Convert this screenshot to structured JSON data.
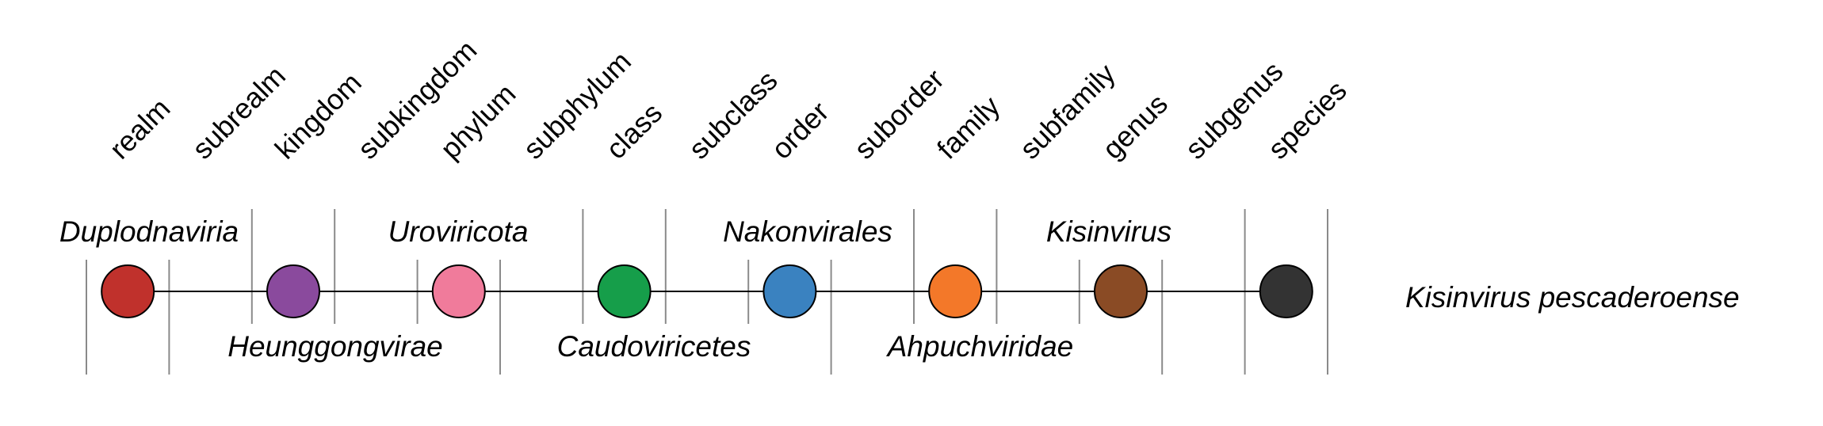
{
  "ranks": [
    "realm",
    "subrealm",
    "kingdom",
    "subkingdom",
    "phylum",
    "subphylum",
    "class",
    "subclass",
    "order",
    "suborder",
    "family",
    "subfamily",
    "genus",
    "subgenus",
    "species"
  ],
  "lineage": [
    {
      "rank": "realm",
      "name": "Duplodnaviria",
      "color": "#c0312c",
      "label_position": "top"
    },
    {
      "rank": "kingdom",
      "name": "Heunggongvirae",
      "color": "#8a4a9d",
      "label_position": "bottom"
    },
    {
      "rank": "phylum",
      "name": "Uroviricota",
      "color": "#f07b9b",
      "label_position": "top"
    },
    {
      "rank": "class",
      "name": "Caudoviricetes",
      "color": "#169e4a",
      "label_position": "bottom"
    },
    {
      "rank": "order",
      "name": "Nakonvirales",
      "color": "#3a82c0",
      "label_position": "top"
    },
    {
      "rank": "family",
      "name": "Ahpuchviridae",
      "color": "#f37829",
      "label_position": "bottom"
    },
    {
      "rank": "genus",
      "name": "Kisinvirus",
      "color": "#8a4b25",
      "label_position": "top"
    },
    {
      "rank": "species",
      "name": "Kisinvirus pescaderoense",
      "color": "#333333",
      "label_position": "right"
    }
  ]
}
